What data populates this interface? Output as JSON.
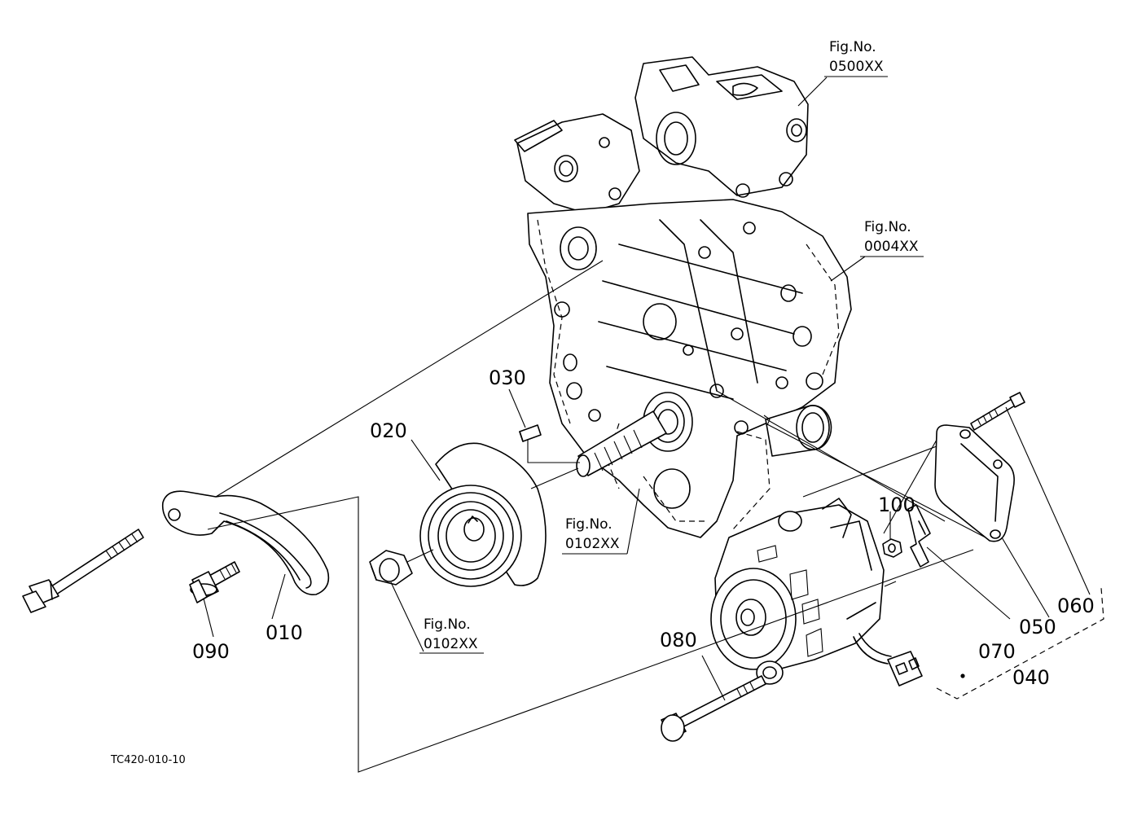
{
  "callouts": {
    "p010": "010",
    "p020": "020",
    "p030": "030",
    "p040": "040",
    "p050": "050",
    "p060": "060",
    "p070": "070",
    "p080": "080",
    "p090": "090",
    "p100": "100"
  },
  "figure_refs": {
    "ref_0500": {
      "line1": "Fig.No.",
      "line2": "0500XX"
    },
    "ref_0004": {
      "line1": "Fig.No.",
      "line2": "0004XX"
    },
    "ref_0102_shaft": {
      "line1": "Fig.No.",
      "line2": "0102XX"
    },
    "ref_0102_nut": {
      "line1": "Fig.No.",
      "line2": "0102XX"
    }
  },
  "drawing_code": "TC420-010-10"
}
